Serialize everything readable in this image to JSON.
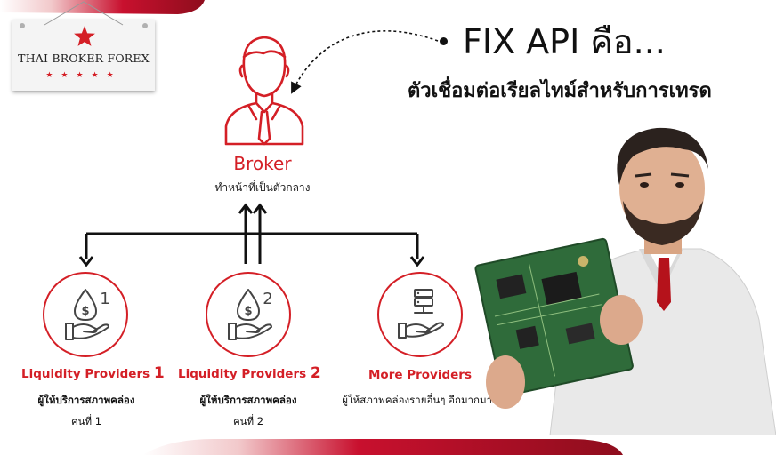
{
  "colors": {
    "accent": "#d41f26",
    "text": "#111111",
    "card": "#f4f4f4"
  },
  "logo": {
    "text": "THAI BROKER FOREX",
    "stars": "★★★★★",
    "icon": "red-star-icon"
  },
  "headline": {
    "title": "FIX API คือ...",
    "subtitle": "ตัวเชื่อมต่อเรียลไทม์สำหรับการเทรด"
  },
  "broker": {
    "label": "Broker",
    "description": "ทำหน้าที่เป็นตัวกลาง",
    "icon": "businessman-icon"
  },
  "providers": [
    {
      "title": "Liquidity Providers",
      "number": "1",
      "description": "ผู้ให้บริการสภาพคล่อง",
      "note": "คนที่ 1",
      "icon": "money-hand-1-icon",
      "badge": "1"
    },
    {
      "title": "Liquidity Providers",
      "number": "2",
      "description": "ผู้ให้บริการสภาพคล่อง",
      "note": "คนที่ 2",
      "icon": "money-hand-2-icon",
      "badge": "2"
    },
    {
      "title": "More Providers",
      "number": "",
      "description": "ผู้ให้สภาพคล่องรายอื่นๆ อีกมากมาย",
      "note": "",
      "icon": "server-hand-icon"
    }
  ],
  "photo": {
    "icon": "engineer-holding-circuit-board-photo"
  }
}
